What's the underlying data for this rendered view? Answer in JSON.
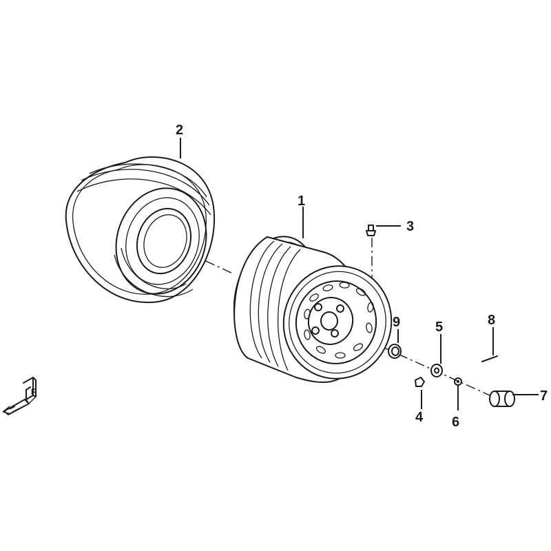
{
  "diagram": {
    "parts": [
      {
        "id": "rim",
        "number": "1"
      },
      {
        "id": "tire",
        "number": "2"
      },
      {
        "id": "valve",
        "number": "3"
      },
      {
        "id": "stud",
        "number": "4"
      },
      {
        "id": "washer",
        "number": "5"
      },
      {
        "id": "castle-nut",
        "number": "6"
      },
      {
        "id": "hub-cap",
        "number": "7"
      },
      {
        "id": "cotter-pin",
        "number": "8"
      },
      {
        "id": "spacer",
        "number": "9"
      }
    ],
    "direction_marker": {
      "letter": "F",
      "icon": "front-direction-arrow-icon"
    },
    "colors": {
      "line": "#1a1a1a",
      "background": "#ffffff"
    }
  }
}
